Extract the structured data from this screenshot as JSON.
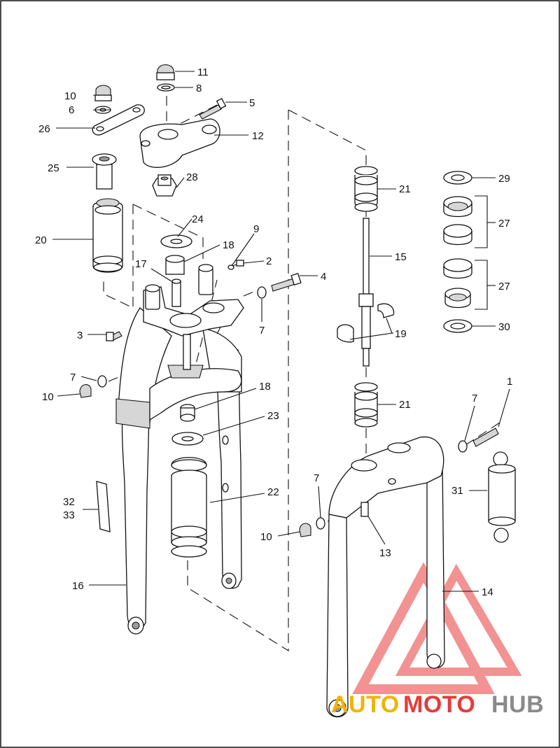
{
  "callouts": {
    "c1": "1",
    "c2": "2",
    "c3": "3",
    "c4": "4",
    "c5": "5",
    "c6": "6",
    "c7a": "7",
    "c7b": "7",
    "c7c": "7",
    "c7d": "7",
    "c8": "8",
    "c9": "9",
    "c10a": "10",
    "c10b": "10",
    "c10c": "10",
    "c11": "11",
    "c12": "12",
    "c13": "13",
    "c14": "14",
    "c15": "15",
    "c16": "16",
    "c17": "17",
    "c18a": "18",
    "c18b": "18",
    "c19": "19",
    "c20": "20",
    "c21a": "21",
    "c21b": "21",
    "c22": "22",
    "c23": "23",
    "c24": "24",
    "c25": "25",
    "c26": "26",
    "c27a": "27",
    "c27b": "27",
    "c28": "28",
    "c29": "29",
    "c30": "30",
    "c31": "31",
    "c32": "32",
    "c33": "33"
  },
  "watermark": {
    "part1": "AUTO",
    "part2": "MOTO",
    "part3": "HUB",
    "color1": "#f0b400",
    "color2": "#e63b3b",
    "color3": "#8a8a8a",
    "triangle_color": "#f08080"
  }
}
